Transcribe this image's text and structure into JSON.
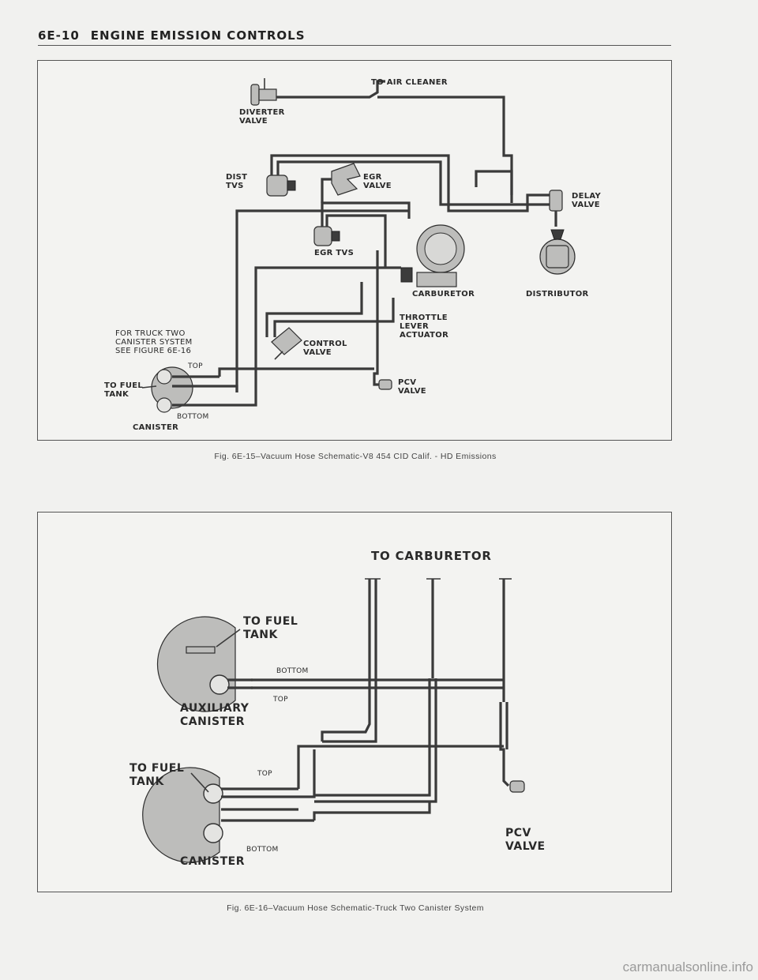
{
  "header": {
    "section": "6E-10",
    "title": "ENGINE EMISSION CONTROLS"
  },
  "figure1": {
    "caption": "Fig. 6E-15–Vacuum Hose Schematic-V8 454 CID Calif. - HD Emissions",
    "labels": {
      "to_air_cleaner": "TO AIR CLEANER",
      "diverter_valve": "DIVERTER\nVALVE",
      "dist_tvs": "DIST\nTVS",
      "egr_valve": "EGR\nVALVE",
      "delay_valve": "DELAY\nVALVE",
      "egr_tvs": "EGR TVS",
      "carburetor": "CARBURETOR",
      "distributor": "DISTRIBUTOR",
      "throttle_lever_actuator": "THROTTLE\nLEVER\nACTUATOR",
      "truck_note": "FOR TRUCK TWO\nCANISTER SYSTEM\nSEE FIGURE 6E-16",
      "control_valve": "CONTROL\nVALVE",
      "top": "TOP",
      "to_fuel_tank": "TO FUEL\nTANK",
      "pcv_valve": "PCV\nVALVE",
      "bottom": "BOTTOM",
      "canister": "CANISTER"
    }
  },
  "figure2": {
    "caption": "Fig. 6E-16–Vacuum Hose Schematic-Truck Two Canister System",
    "labels": {
      "to_carburetor": "TO CARBURETOR",
      "to_fuel_tank_aux": "TO FUEL\nTANK",
      "bottom_aux": "BOTTOM",
      "top_aux": "TOP",
      "auxiliary_canister": "AUXILIARY\nCANISTER",
      "to_fuel_tank": "TO FUEL\nTANK",
      "top": "TOP",
      "bottom": "BOTTOM",
      "canister": "CANISTER",
      "pcv_valve": "PCV\nVALVE"
    }
  },
  "watermark": "carmanualsonline.info"
}
